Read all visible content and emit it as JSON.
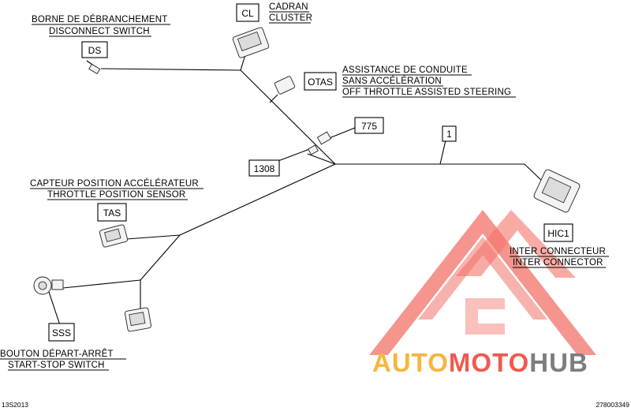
{
  "connectors": {
    "ds": {
      "code": "DS",
      "label_fr": "BORNE DE DÉBRANCHEMENT",
      "label_en": "DISCONNECT SWITCH"
    },
    "cl": {
      "code": "CL",
      "label_fr": "CADRAN",
      "label_en": "CLUSTER"
    },
    "otas": {
      "code": "OTAS",
      "label_fr": "ASSISTANCE DE CONDUITE",
      "label_fr2": "SANS ACCÉLÉRATION",
      "label_en": "OFF THROTTLE ASSISTED STEERING"
    },
    "c775": {
      "code": "775"
    },
    "c1308": {
      "code": "1308"
    },
    "c1": {
      "code": "1"
    },
    "tas": {
      "code": "TAS",
      "label_fr": "CAPTEUR POSITION ACCÉLÉRATEUR",
      "label_en": "THROTTLE POSITION SENSOR"
    },
    "hic1": {
      "code": "HIC1",
      "label_fr": "INTER CONNECTEUR",
      "label_en": "INTER CONNECTOR"
    },
    "sss": {
      "code": "SSS",
      "label_fr": "BOUTON DÉPART-ARRÊT",
      "label_en": "START-STOP SWITCH"
    }
  },
  "watermark": {
    "part1": "AUTO",
    "part2": "MOTO",
    "part3": "HUB"
  },
  "footer": {
    "left_code": "13S2013",
    "right_code": "278003349"
  },
  "colors": {
    "watermark_red": "#f05a4f",
    "watermark_orange": "#f6b63c",
    "watermark_gray": "#7d7d7d",
    "line": "#000000"
  }
}
